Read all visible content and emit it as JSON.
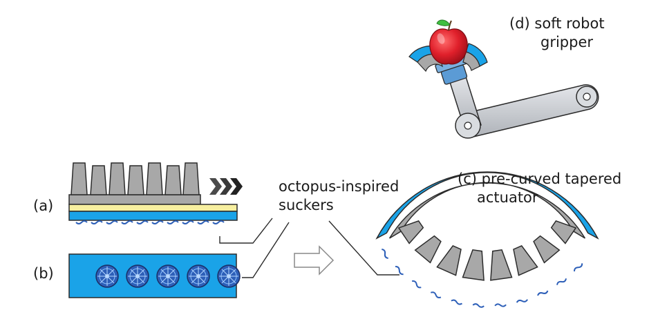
{
  "labels": {
    "a": "(a)",
    "b": "(b)",
    "c_prefix": "(c)",
    "c_line1": "pre-curved tapered",
    "c_line2": "actuator",
    "d_prefix": "(d)",
    "d_line1": "soft robot",
    "d_line2": "gripper",
    "suckers_line1": "octopus-inspired",
    "suckers_line2": "suckers"
  },
  "colors": {
    "actuator_gray": "#a8a8a8",
    "outline": "#2b2b2b",
    "membrane_yellow": "#f7ef9f",
    "skin_blue": "#1aa3e8",
    "sucker_blue": "#2d5fb8",
    "arm_gray": "#c9ccd1",
    "gripper_mount": "#5b9bd5",
    "apple_red": "#e0202b",
    "chevron_dark": "#4a4a4a"
  },
  "icons": {
    "progress_arrow": "triple-chevron-right-icon",
    "transform_arrow": "hollow-arrow-right-icon"
  }
}
